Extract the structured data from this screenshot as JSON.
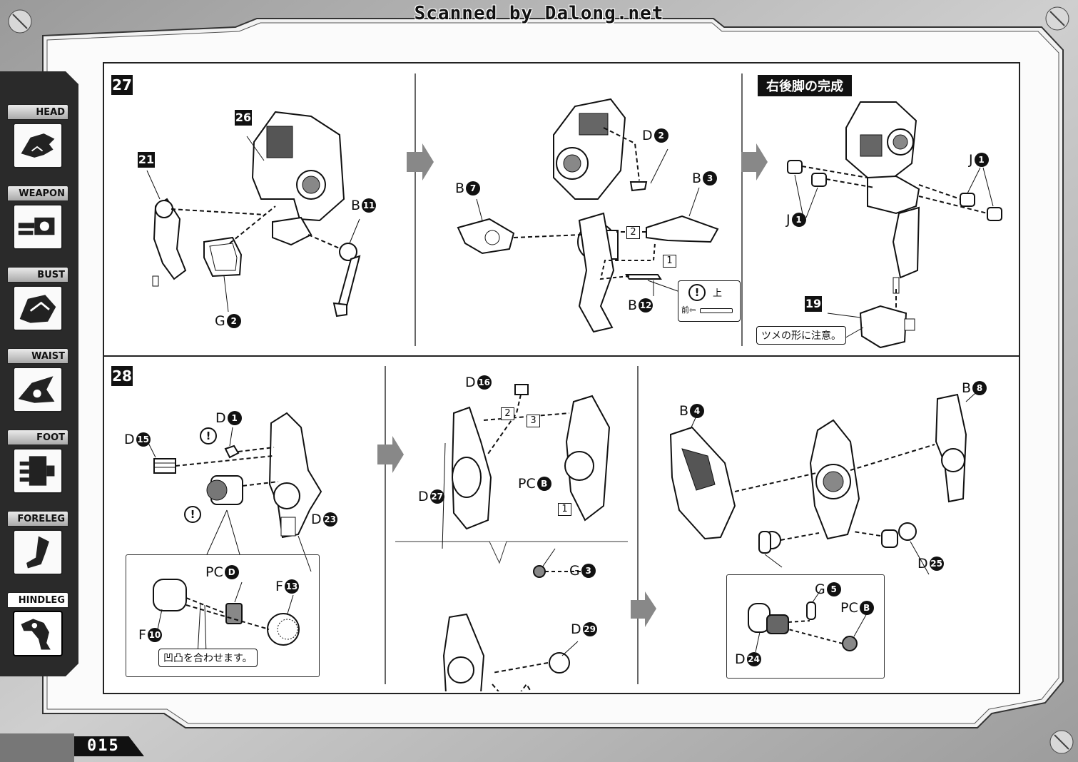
{
  "header": {
    "scan_credit": "Scanned by Dalong.net"
  },
  "sidebar": {
    "tabs": [
      {
        "label": "HEAD",
        "icon": "head-icon",
        "active": false
      },
      {
        "label": "WEAPON",
        "icon": "weapon-icon",
        "active": false
      },
      {
        "label": "BUST",
        "icon": "bust-icon",
        "active": false
      },
      {
        "label": "WAIST",
        "icon": "waist-icon",
        "active": false
      },
      {
        "label": "FOOT",
        "icon": "foot-icon",
        "active": false
      },
      {
        "label": "FORELEG",
        "icon": "foreleg-icon",
        "active": false
      },
      {
        "label": "HINDLEG",
        "icon": "hindleg-icon",
        "active": true
      }
    ]
  },
  "footer": {
    "page_number": "015"
  },
  "step27": {
    "number": "27",
    "panel1": {
      "sub_26": "26",
      "sub_21": "21",
      "b11": {
        "letter": "B",
        "num": "11"
      },
      "g2": {
        "letter": "G",
        "num": "2"
      }
    },
    "panel2": {
      "d2": {
        "letter": "D",
        "num": "2"
      },
      "b3": {
        "letter": "B",
        "num": "3"
      },
      "b7": {
        "letter": "B",
        "num": "7"
      },
      "b12": {
        "letter": "B",
        "num": "12"
      },
      "seq1": "1",
      "seq2": "2",
      "note_up": "上",
      "note_front": "前⇦"
    },
    "panel3": {
      "title": "右後脚の完成",
      "j1_top": {
        "letter": "J",
        "num": "1"
      },
      "j1_bottom": {
        "letter": "J",
        "num": "1"
      },
      "sub_19": "19",
      "note": "ツメの形に注意。"
    }
  },
  "step28": {
    "number": "28",
    "panel1": {
      "d1": {
        "letter": "D",
        "num": "1"
      },
      "d15": {
        "letter": "D",
        "num": "15"
      },
      "d23": {
        "letter": "D",
        "num": "23"
      },
      "pcd": {
        "letter": "PC",
        "num": "D"
      },
      "f13": {
        "letter": "F",
        "num": "13"
      },
      "f10": {
        "letter": "F",
        "num": "10"
      },
      "note": "凹凸を合わせます。"
    },
    "panel2": {
      "d16": {
        "letter": "D",
        "num": "16"
      },
      "d27": {
        "letter": "D",
        "num": "27"
      },
      "pcb": {
        "letter": "PC",
        "num": "B"
      },
      "g3": {
        "letter": "G",
        "num": "3"
      },
      "d29": {
        "letter": "D",
        "num": "29"
      },
      "seq1": "1",
      "seq2": "2",
      "seq3": "3"
    },
    "panel3": {
      "b4": {
        "letter": "B",
        "num": "4"
      },
      "b8": {
        "letter": "B",
        "num": "8"
      },
      "d25": {
        "letter": "D",
        "num": "25"
      },
      "g5": {
        "letter": "G",
        "num": "5"
      },
      "pcb": {
        "letter": "PC",
        "num": "B"
      },
      "d24": {
        "letter": "D",
        "num": "24"
      }
    }
  }
}
